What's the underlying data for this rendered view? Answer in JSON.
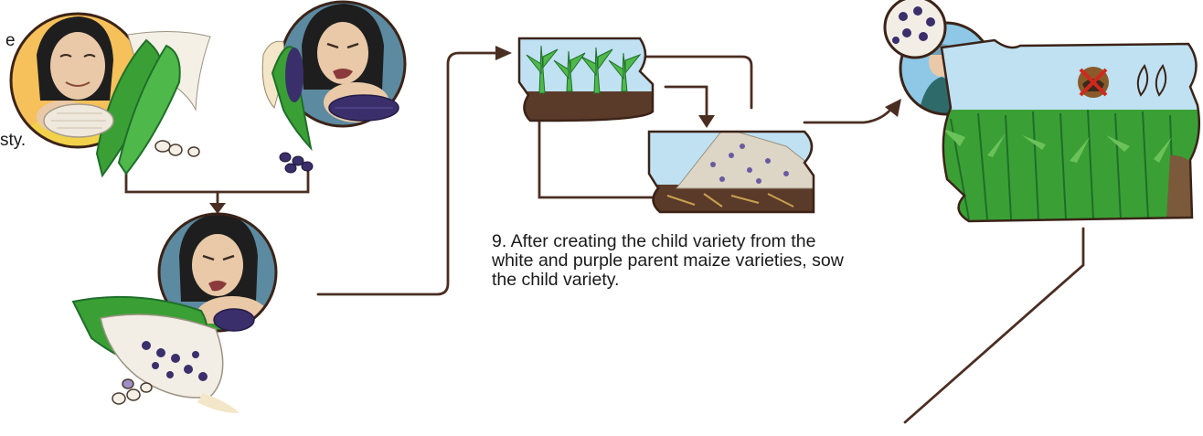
{
  "fragments": {
    "top_left_cut": "e",
    "left_cut": "sty."
  },
  "step9": {
    "caption": "9. After creating the child variety from the white and purple parent maize varieties, sow the child variety."
  },
  "colors": {
    "line": "#4a2e22",
    "frame": "#3b2318",
    "sky": "#bfe1f2",
    "soil": "#5a3a28",
    "leaf": "#3aa035",
    "leaf_dark": "#1f6e2a",
    "purple": "#3a2f6b",
    "white_kernel": "#efe8dc",
    "skin": "#e9c9a8",
    "hair": "#1e1e1e",
    "bg_blue": "#5c8aa0",
    "bg_orange": "#f2a640"
  },
  "icons": [
    "no-animals-icon",
    "seed-icon"
  ]
}
